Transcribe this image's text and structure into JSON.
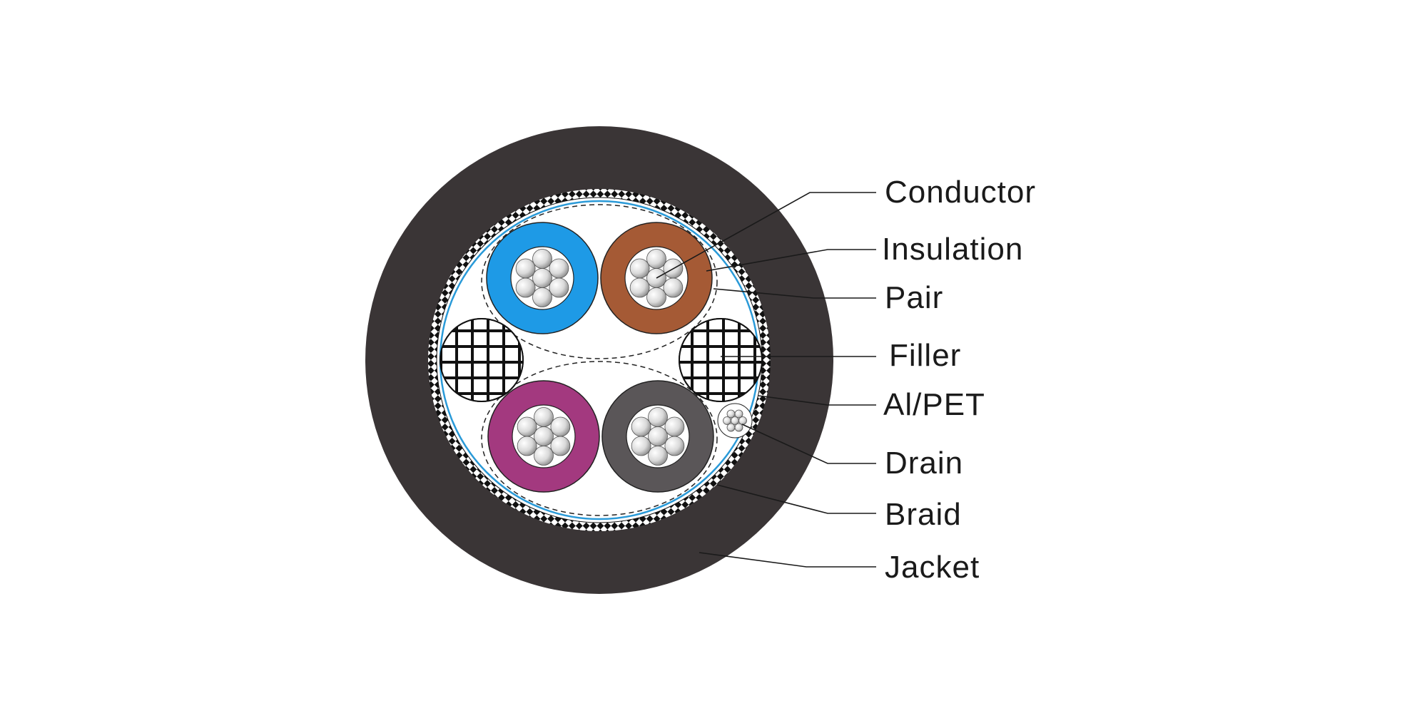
{
  "diagram": {
    "labels": {
      "conductor": "Conductor",
      "insulation": "Insulation",
      "pair": "Pair",
      "filler": "Filler",
      "al_pet": "Al/PET",
      "drain": "Drain",
      "braid": "Braid",
      "jacket": "Jacket"
    },
    "colors": {
      "jacket": "#3a3536",
      "insulation_blue": "#1e9ae6",
      "insulation_brown": "#a55a35",
      "insulation_magenta": "#a3397f",
      "insulation_gray": "#5a5658",
      "al_pet_foil": "#2a9ad8",
      "conductor_strand": "#d9d9d9"
    }
  }
}
